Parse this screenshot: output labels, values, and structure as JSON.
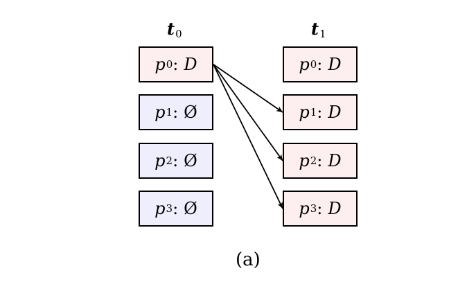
{
  "figure": {
    "caption": "(a)",
    "colors": {
      "has_data_fill": "#fdeef0",
      "empty_fill": "#eeeefc",
      "stroke": "#000000"
    }
  },
  "columns": [
    {
      "title_var": "t",
      "title_sub": "0",
      "cells": [
        {
          "var": "p",
          "sub": "0",
          "value": "D",
          "state": "has_data"
        },
        {
          "var": "p",
          "sub": "1",
          "value": "Ø",
          "state": "empty"
        },
        {
          "var": "p",
          "sub": "2",
          "value": "Ø",
          "state": "empty"
        },
        {
          "var": "p",
          "sub": "3",
          "value": "Ø",
          "state": "empty"
        }
      ]
    },
    {
      "title_var": "t",
      "title_sub": "1",
      "cells": [
        {
          "var": "p",
          "sub": "0",
          "value": "D",
          "state": "has_data"
        },
        {
          "var": "p",
          "sub": "1",
          "value": "D",
          "state": "has_data"
        },
        {
          "var": "p",
          "sub": "2",
          "value": "D",
          "state": "has_data"
        },
        {
          "var": "p",
          "sub": "3",
          "value": "D",
          "state": "has_data"
        }
      ]
    }
  ],
  "edges": [
    {
      "from": {
        "column": 0,
        "row": 0
      },
      "to": {
        "column": 1,
        "row": 1
      }
    },
    {
      "from": {
        "column": 0,
        "row": 0
      },
      "to": {
        "column": 1,
        "row": 2
      }
    },
    {
      "from": {
        "column": 0,
        "row": 0
      },
      "to": {
        "column": 1,
        "row": 3
      }
    }
  ]
}
